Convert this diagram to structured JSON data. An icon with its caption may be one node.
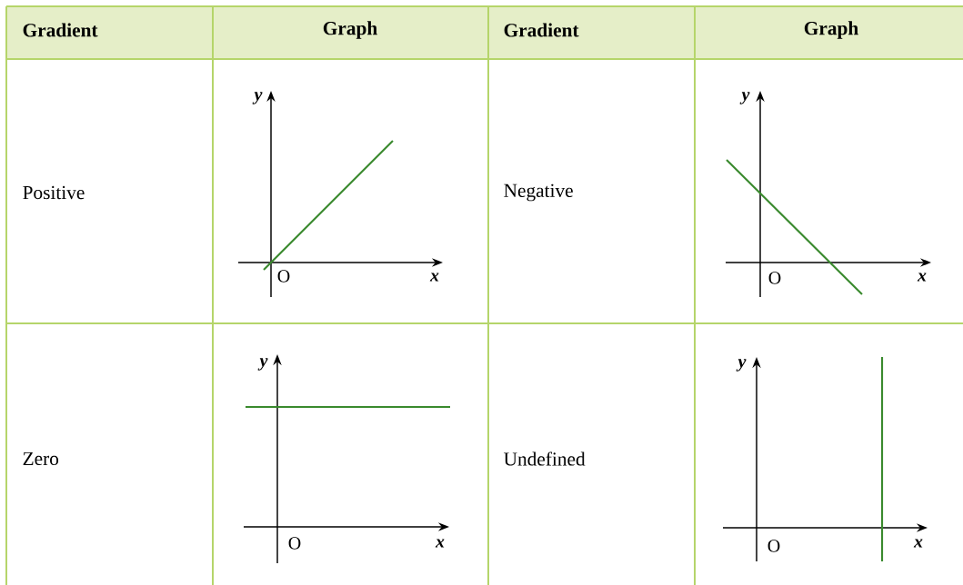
{
  "diagram": {
    "labels": [
      "Gradient",
      "Graph",
      "Gradient",
      "Graph",
      "Positive",
      "y",
      "O",
      "x",
      "Negative",
      "y",
      "O",
      "x",
      "Zero",
      "y",
      "O",
      "x",
      "Undefined",
      "y",
      "O",
      "x"
    ]
  }
}
